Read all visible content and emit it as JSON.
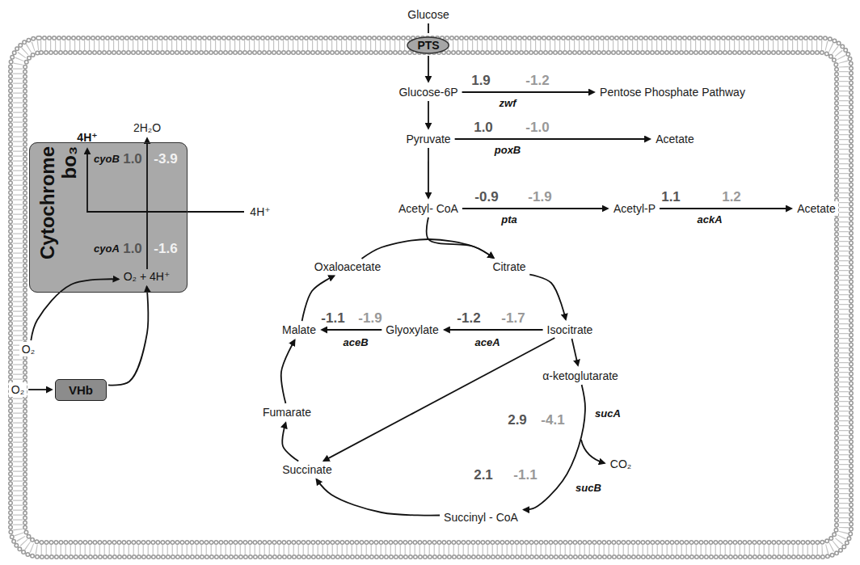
{
  "diagram": {
    "nodes": [
      {
        "text": [
          "Glucose"
        ]
      },
      {
        "text": [
          "PTS"
        ]
      },
      {
        "text": [
          "Glucose-6P"
        ]
      },
      {
        "text": [
          "Pentose Phosphate Pathway"
        ]
      },
      {
        "text": [
          "Cytochrome bo₃"
        ]
      },
      {
        "text": [
          "O₂ + 4H⁺"
        ],
        "in": 4
      },
      {
        "text": [
          "Pyruvate"
        ]
      },
      {
        "text": [
          "Acetate"
        ]
      },
      {
        "text": [
          "Acetyl- CoA"
        ]
      },
      {
        "text": [
          "Acetyl-P"
        ]
      },
      {
        "text": [
          "Acetate"
        ]
      },
      {
        "text": [
          "Oxaloacetate"
        ]
      },
      {
        "text": [
          "Citrate"
        ]
      },
      {
        "text": [
          "Malate"
        ]
      },
      {
        "text": [
          "Glyoxylate"
        ]
      },
      {
        "text": [
          "Isocitrate"
        ]
      },
      {
        "text": [
          "α-ketoglutarate"
        ]
      },
      {
        "text": [
          "Fumarate"
        ]
      },
      {
        "text": [
          "Succinate"
        ]
      },
      {
        "text": [
          "Succinyl - CoA"
        ]
      },
      {
        "text": [
          "O₂"
        ]
      },
      {
        "text": [
          "O₂"
        ]
      },
      {
        "text": [
          "VHb"
        ]
      }
    ],
    "edges": [
      {
        "from": 0,
        "to": 1,
        "arrow": "none"
      },
      {
        "from": 1,
        "to": 2,
        "arrow": "to"
      },
      {
        "from": 2,
        "to": 3,
        "label": "zwf",
        "arrow": "to"
      },
      {
        "from": 2,
        "to": 6,
        "arrow": "to"
      },
      {
        "from": 6,
        "to": 7,
        "label": "poxB",
        "arrow": "to"
      },
      {
        "from": 6,
        "to": 8,
        "arrow": "to"
      },
      {
        "from": 8,
        "to": 9,
        "label": "pta",
        "arrow": "to"
      },
      {
        "from": 9,
        "to": 10,
        "label": "ackA",
        "arrow": "to"
      },
      {
        "from": 8,
        "to": 12,
        "arrow": "to"
      },
      {
        "from": 11,
        "to": 12,
        "arrow": "to"
      },
      {
        "from": 12,
        "to": 15,
        "arrow": "to"
      },
      {
        "from": 15,
        "to": 16,
        "arrow": "to"
      },
      {
        "from": 16,
        "to": 19,
        "label": "sucA",
        "arrow": "to"
      },
      {
        "from": 19,
        "to": 18,
        "arrow": "to"
      },
      {
        "from": 18,
        "to": 17,
        "arrow": "to"
      },
      {
        "from": 17,
        "to": 13,
        "arrow": "to"
      },
      {
        "from": 13,
        "to": 11,
        "arrow": "to"
      },
      {
        "from": 15,
        "to": 14,
        "label": "aceA",
        "arrow": "to"
      },
      {
        "from": 14,
        "to": 13,
        "label": "aceB",
        "arrow": "to"
      },
      {
        "from": 15,
        "to": 18,
        "arrow": "to"
      },
      {
        "from": 20,
        "to": 5,
        "arrow": "to"
      },
      {
        "from": 21,
        "to": 22,
        "arrow": "to"
      },
      {
        "from": 22,
        "to": 5,
        "arrow": "to"
      }
    ],
    "labels": [
      "1.9",
      "-1.2",
      "1.0",
      "-1.0",
      "-0.9",
      "-1.9",
      "1.1",
      "1.2",
      "-1.2",
      "-1.7",
      "-1.1",
      "-1.9",
      "2.9",
      "-4.1",
      "2.1",
      "-1.1",
      "sucB",
      "CO₂",
      "2H₂O",
      "4H⁺",
      "4H⁺",
      "cyoB",
      "1.0",
      "-3.9",
      "cyoA",
      "1.0",
      "-1.6"
    ]
  }
}
